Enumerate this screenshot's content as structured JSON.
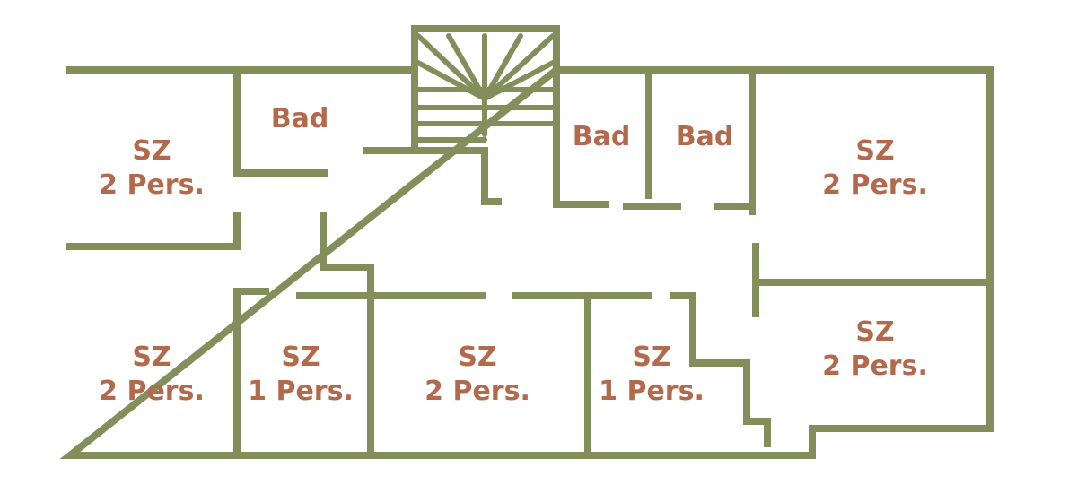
{
  "colors": {
    "wall": "#848e5a",
    "label": "#b36a4c",
    "background": "#ffffff"
  },
  "rooms": [
    {
      "id": "sz-nw",
      "line1": "SZ",
      "line2": "2 Pers."
    },
    {
      "id": "bad-1",
      "line1": "Bad"
    },
    {
      "id": "bad-2",
      "line1": "Bad"
    },
    {
      "id": "bad-3",
      "line1": "Bad"
    },
    {
      "id": "sz-ne",
      "line1": "SZ",
      "line2": "2 Pers."
    },
    {
      "id": "sz-sw",
      "line1": "SZ",
      "line2": "2 Pers."
    },
    {
      "id": "sz-s1",
      "line1": "SZ",
      "line2": "1 Pers."
    },
    {
      "id": "sz-s2",
      "line1": "SZ",
      "line2": "2 Pers."
    },
    {
      "id": "sz-s3",
      "line1": "SZ",
      "line2": "1 Pers."
    },
    {
      "id": "sz-se",
      "line1": "SZ",
      "line2": "2 Pers."
    }
  ]
}
